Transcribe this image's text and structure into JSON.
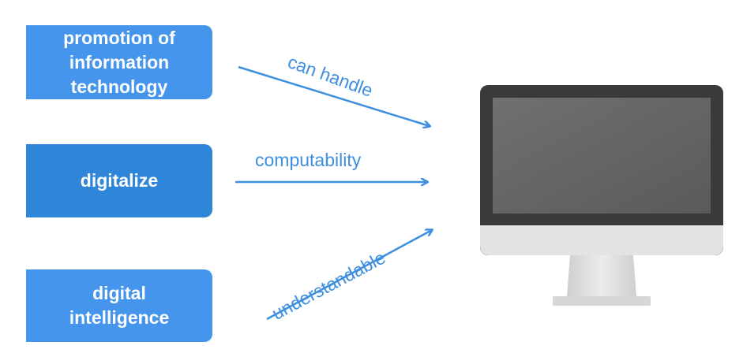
{
  "boxes": {
    "information_technology": "promotion of\ninformation\ntechnology",
    "digitalize": "digitalize",
    "digital_intelligence": "digital\nintelligence"
  },
  "arrows": {
    "can_handle": "can handle",
    "computability": "computability",
    "understandable": "understandable"
  },
  "colors": {
    "box_light": "#4595ec",
    "box_dark": "#2f86d8",
    "arrow": "#3f8fe0"
  },
  "icons": {
    "computer": "desktop-monitor-icon"
  }
}
